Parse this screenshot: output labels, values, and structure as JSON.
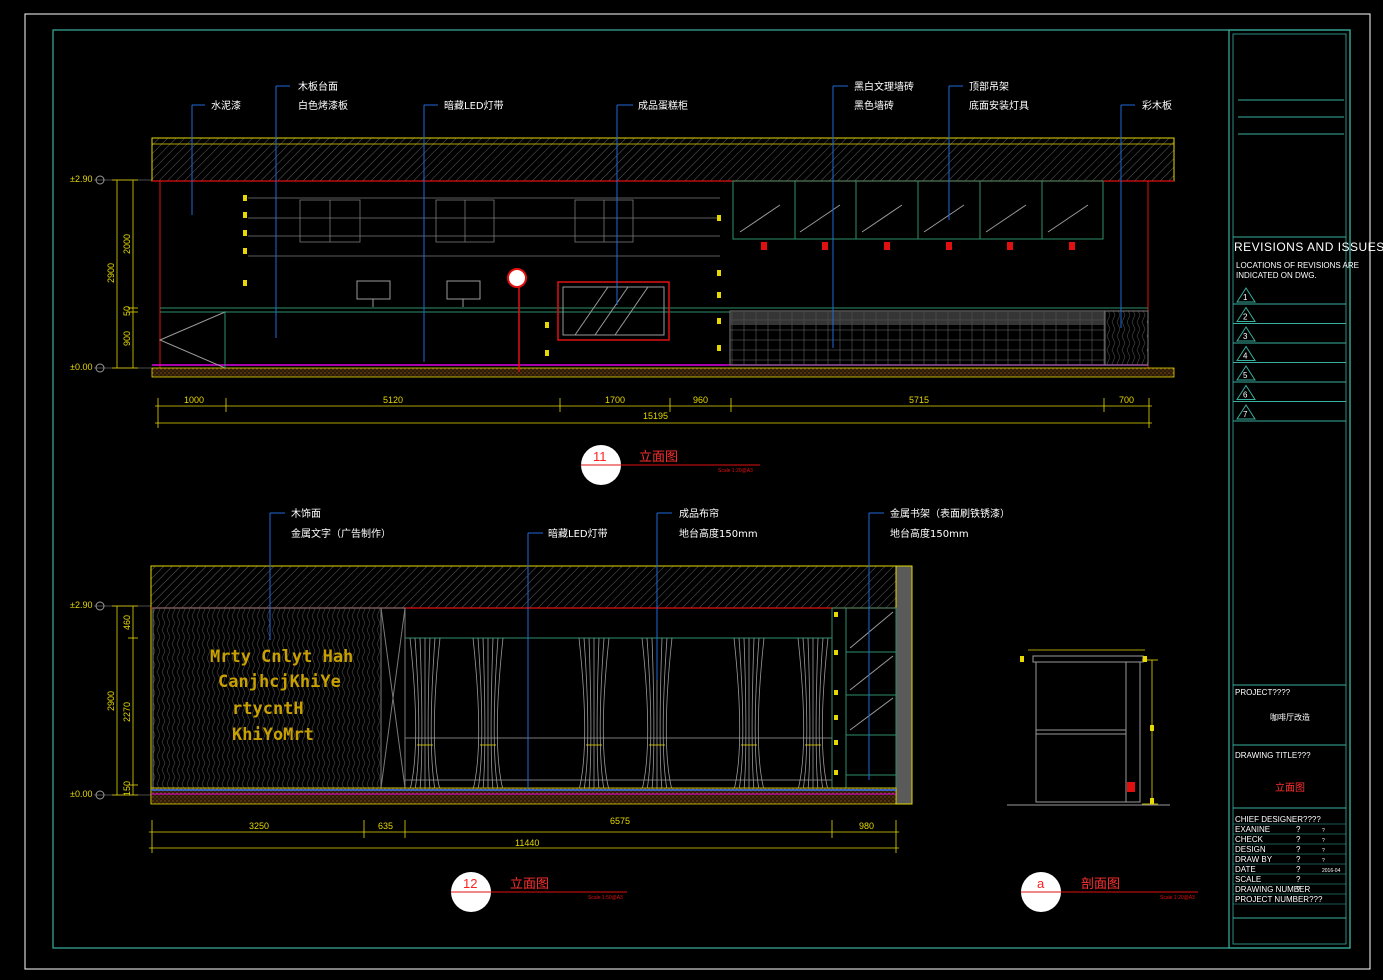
{
  "elevation11": {
    "labels": {
      "cement_paint": "水泥漆",
      "wood_top": "木板台面",
      "white_paint_board": "白色烤漆板",
      "hidden_led": "暗藏LED灯带",
      "cake_cabinet": "成品蛋糕柜",
      "bw_tile": "黑白文理墙砖",
      "black_tile": "黑色墙砖",
      "ceiling_rack": "顶部吊架",
      "bottom_lamp": "底面安装灯具",
      "color_wood": "彩木板"
    },
    "levels": {
      "top": "±2.90",
      "bottom": "±0.00"
    },
    "vdims": {
      "total": "2900",
      "upper": "2000",
      "mid": "50",
      "lower": "900"
    },
    "hdims": {
      "d1": "1000",
      "d2": "5120",
      "d3": "1700",
      "d4": "960",
      "d5": "5715",
      "d6": "700",
      "total": "15195"
    },
    "number": "11",
    "title": "立面图",
    "scale": "Scale 1:20@A3"
  },
  "elevation12": {
    "labels": {
      "wood_face": "木饰面",
      "metal_text": "金属文字（广告制作）",
      "hidden_led": "暗藏LED灯带",
      "curtain": "成品布帘",
      "floor_height": "地台高度150mm",
      "bookshelf": "金属书架（表面刷铁锈漆）",
      "floor_height2": "地台高度150mm"
    },
    "sign_lines": [
      "Mrty Cnlyt Hah",
      "CanjhcjKhiYe",
      "rtycntH",
      "KhiYoMrt"
    ],
    "levels": {
      "top": "±2.90",
      "bottom": "±0.00"
    },
    "vdims": {
      "total": "2900",
      "upper": "460",
      "mid": "2270",
      "lower": "150"
    },
    "hdims": {
      "d1": "3250",
      "d2": "635",
      "d3": "6575",
      "d4": "980",
      "total": "11440"
    },
    "number": "12",
    "title": "立面图",
    "scale": "Scale 1:50@A3"
  },
  "sectionA": {
    "number": "a",
    "title": "剖面图",
    "scale": "Scale 1:20@A3"
  },
  "titleblock": {
    "revisions_heading": "REVISIONS AND ISSUES",
    "revisions_note1": "LOCATIONS OF REVISIONS ARE",
    "revisions_note2": "INDICATED ON DWG.",
    "revision_marks": [
      "1",
      "2",
      "3",
      "4",
      "5",
      "6",
      "7"
    ],
    "project_label": "PROJECT????",
    "project_value": "咖啡厅改造",
    "drawing_title_label": "DRAWING  TITLE???",
    "drawing_title_value": "立面图",
    "rows": [
      {
        "label": "CHIEF DESIGNER????",
        "v1": "",
        "v2": ""
      },
      {
        "label": "EXANINE",
        "v1": "?",
        "v2": "?"
      },
      {
        "label": "CHECK",
        "v1": "?",
        "v2": "?"
      },
      {
        "label": "DESIGN",
        "v1": "?",
        "v2": "?"
      },
      {
        "label": "DRAW BY",
        "v1": "?",
        "v2": "?"
      },
      {
        "label": "DATE",
        "v1": "?",
        "v2": "2016-04"
      },
      {
        "label": "SCALE",
        "v1": "?",
        "v2": ""
      },
      {
        "label": "DRAWING NUMBER",
        "v1": "?",
        "v2": ""
      },
      {
        "label": "PROJECT NUMBER???",
        "v1": "",
        "v2": ""
      }
    ]
  },
  "colors": {
    "frame": "#3ab0a0",
    "leader": "#1e6ad8",
    "dimension": "#e6d800",
    "red": "#e01010",
    "magenta": "#e000e0",
    "green": "#2e8f6a"
  }
}
